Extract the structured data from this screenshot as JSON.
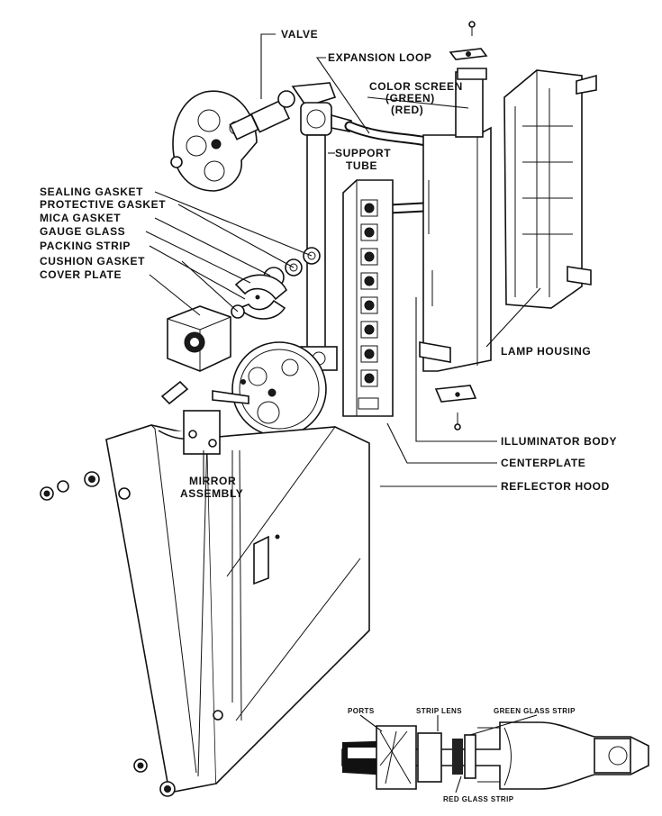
{
  "labels": {
    "valve": "VALVE",
    "expansion_loop": "EXPANSION LOOP",
    "color_screen": "COLOR SCREEN",
    "green": "(GREEN)",
    "red": "(RED)",
    "support": "SUPPORT",
    "tube": "TUBE",
    "sealing_gasket": "SEALING GASKET",
    "protective_gasket": "PROTECTIVE GASKET",
    "mica_gasket": "MICA GASKET",
    "gauge_glass": "GAUGE GLASS",
    "packing_strip": "PACKING STRIP",
    "cushion_gasket": "CUSHION GASKET",
    "cover_plate": "COVER PLATE",
    "lamp_housing": "LAMP HOUSING",
    "illuminator_body": "ILLUMINATOR BODY",
    "centerplate": "CENTERPLATE",
    "reflector_hood": "REFLECTOR HOOD",
    "mirror": "MIRROR",
    "assembly": "ASSEMBLY"
  },
  "inset_labels": {
    "ports": "PORTS",
    "strip_lens": "STRIP LENS",
    "green_glass_strip": "GREEN GLASS STRIP",
    "red_glass_strip": "RED GLASS STRIP"
  }
}
